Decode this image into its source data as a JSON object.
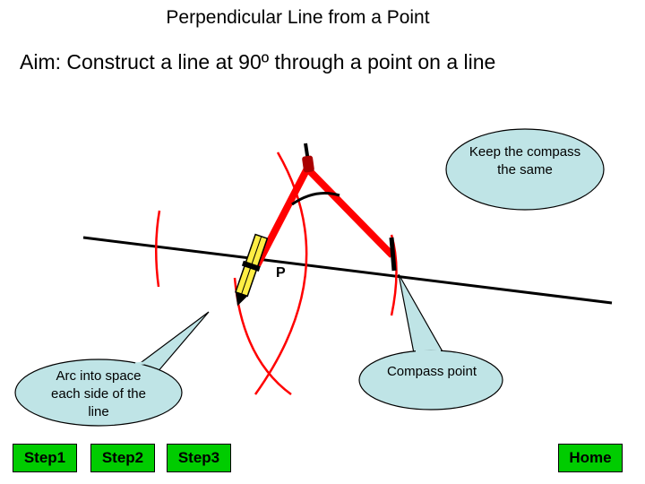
{
  "title": "Perpendicular Line from a Point",
  "aim": "Aim: Construct a line at 90º through a point on a line",
  "point_label": "P",
  "callouts": {
    "keep_compass": "Keep the compass the same",
    "arc_into_space": "Arc into space each side of the line",
    "compass_point": "Compass point"
  },
  "nav": {
    "step1": "Step1",
    "step2": "Step2",
    "step3": "Step3",
    "home": "Home"
  },
  "colors": {
    "compass": "#ff0000",
    "arcs": "#ff0000",
    "bubble_fill": "#bfe4e6",
    "button": "#00cc00",
    "pencil": "#ffee44"
  }
}
